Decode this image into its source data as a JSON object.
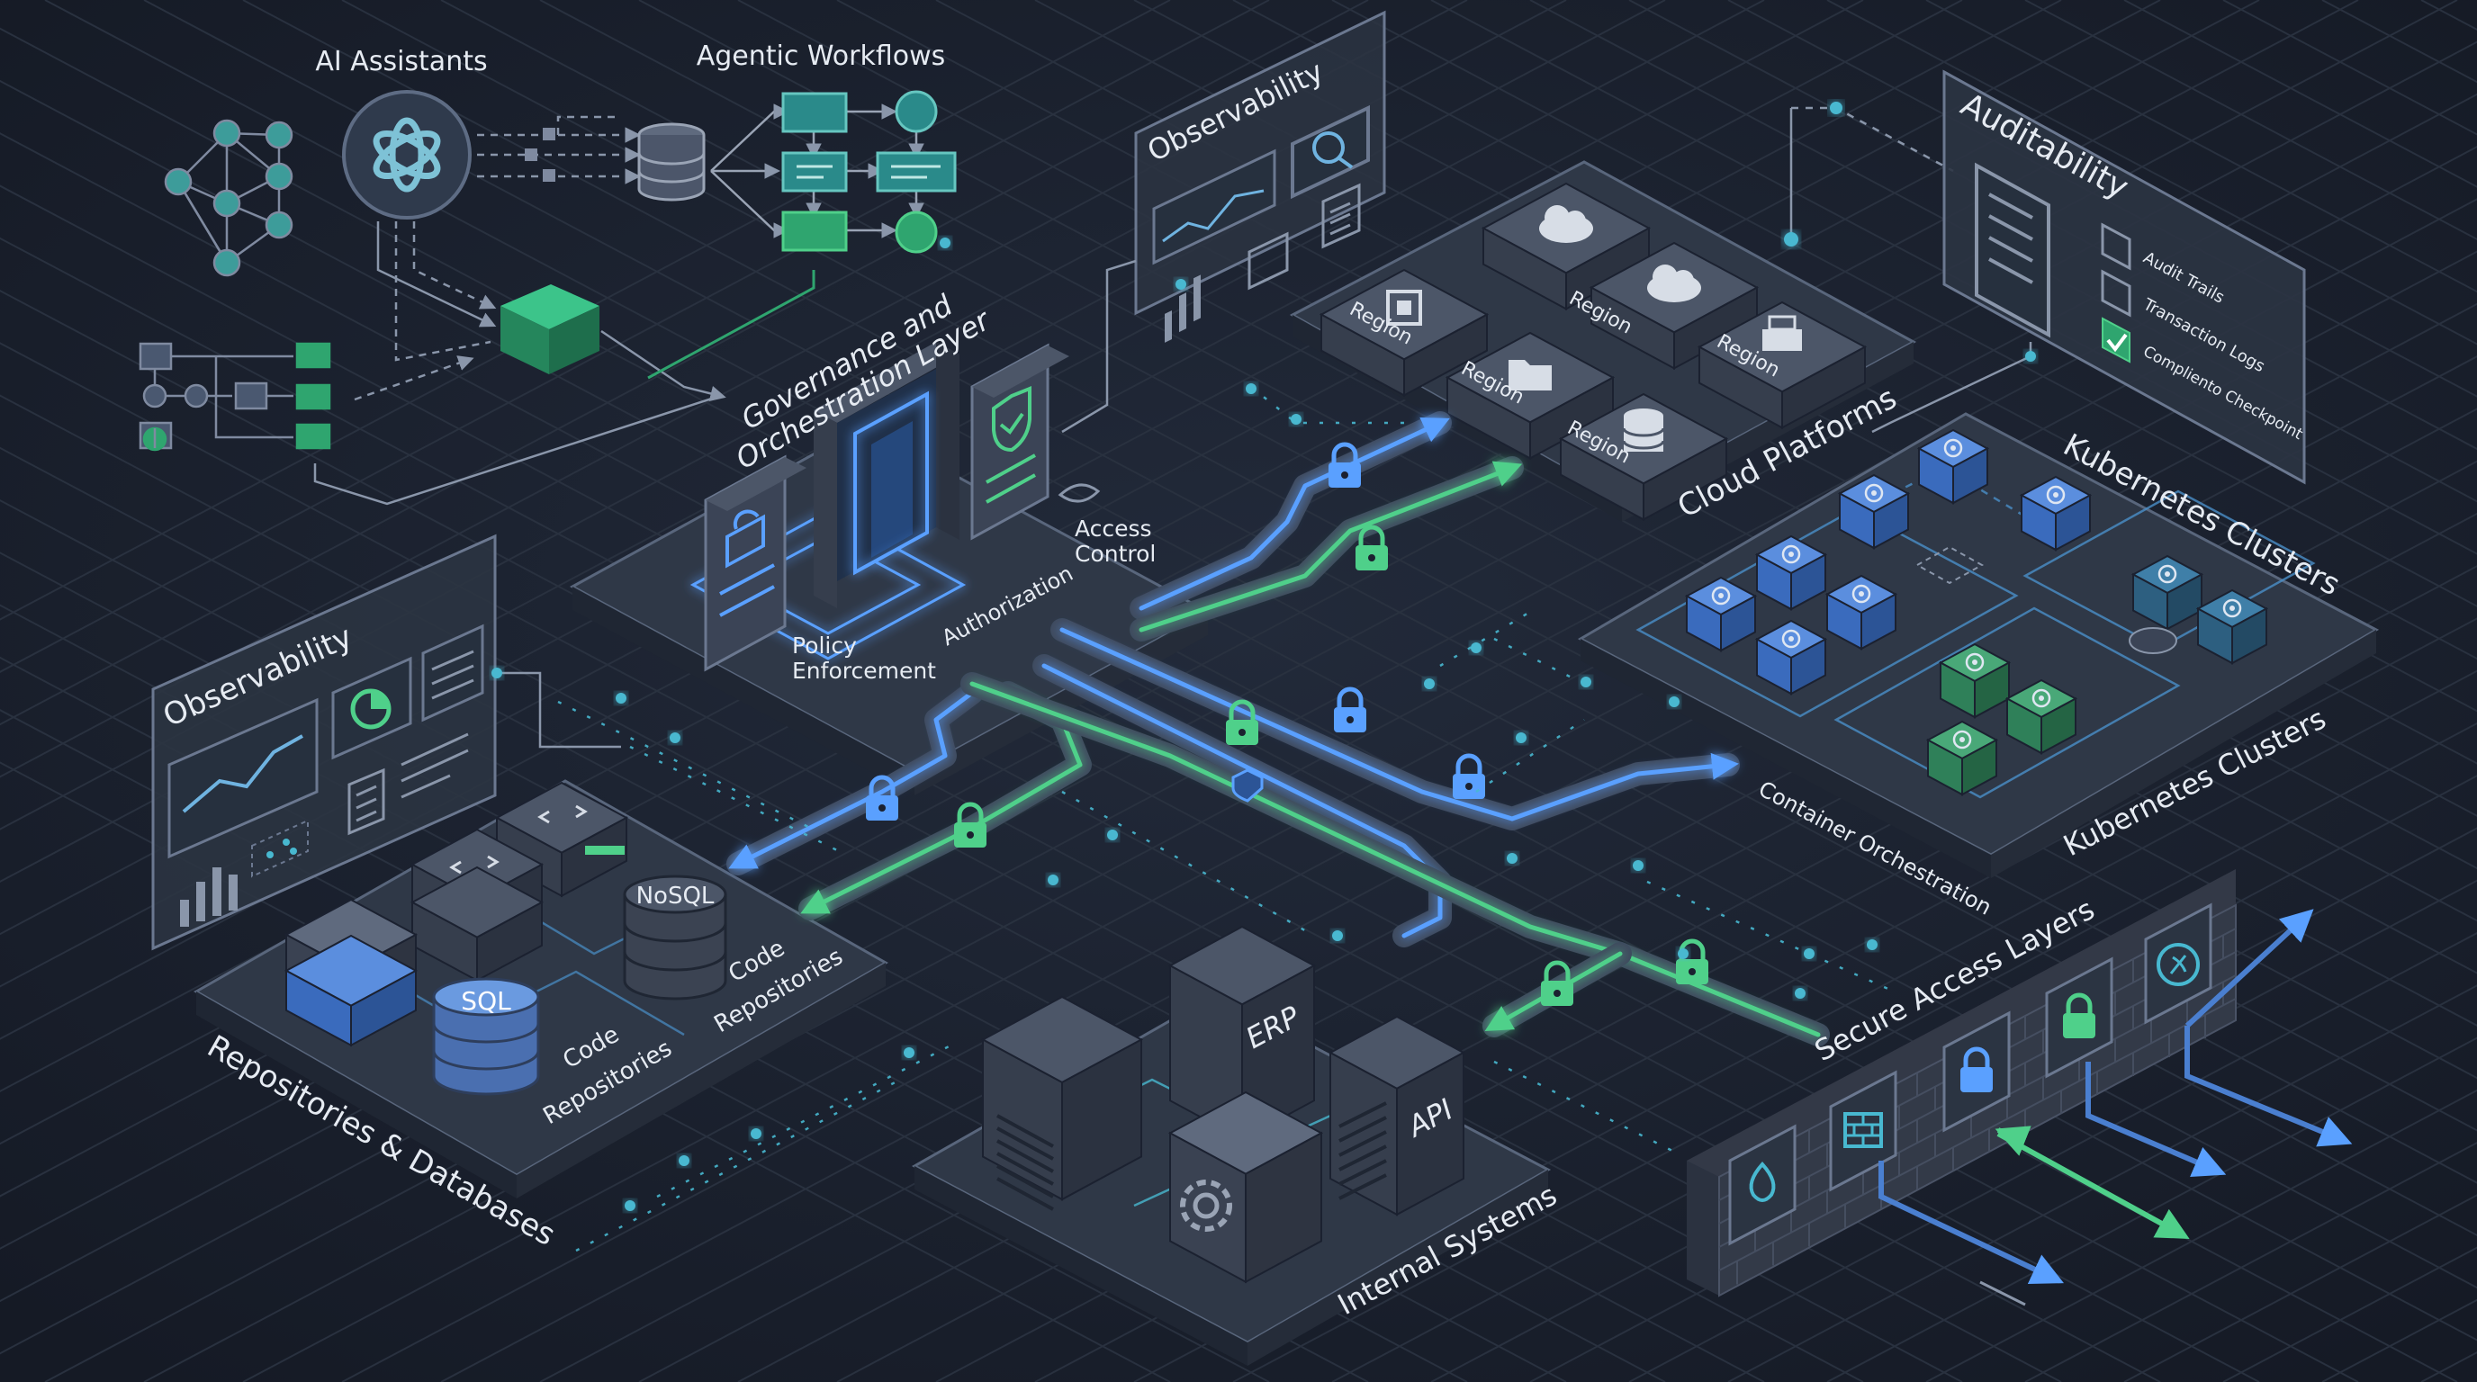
{
  "colors": {
    "background": "#1b2130",
    "grid": "#2a3344",
    "platform_top": "#2f3847",
    "platform_edge": "#1f2633",
    "platform_outline": "#59667c",
    "box_top": "#4c5668",
    "box_left": "#363e4d",
    "box_right": "#2b3240",
    "blue": "#4a7fd0",
    "blue_glow": "#5aa0ff",
    "green": "#2fa56f",
    "green_glow": "#4fd08a",
    "teal": "#48b8d0",
    "text": "#e6ebf2"
  },
  "top_labels": {
    "ai_assistants": "AI Assistants",
    "agentic_workflows": "Agentic Workflows"
  },
  "governance": {
    "title_line1": "Governance and",
    "title_line2": "Orchestration Layer",
    "access_control_line1": "Access",
    "access_control_line2": "Control",
    "authorization": "Authorization",
    "policy_line1": "Policy",
    "policy_line2": "Enforcement"
  },
  "observability": {
    "top_title": "Observability",
    "left_title": "Observability"
  },
  "cloud": {
    "title": "Cloud Platforms",
    "region_labels": [
      "Region",
      "Region",
      "Region",
      "Region",
      "Region"
    ]
  },
  "auditability": {
    "title": "Auditability",
    "items": [
      "Audit Trails",
      "Transaction Logs",
      "Compliento Checkpoint"
    ]
  },
  "kubernetes": {
    "title_top": "Kubernetes Clusters",
    "title_bottom": "Kubernetes Clusters",
    "container_orchestration": "Container Orchestration"
  },
  "repositories": {
    "title": "Repositories & Databases",
    "nosql": "NoSQL",
    "sql": "SQL",
    "code_repos_a_line1": "Code",
    "code_repos_a_line2": "Repositories",
    "code_repos_b_line1": "Code",
    "code_repos_b_line2": "Repositories"
  },
  "internal": {
    "title": "Internal Systems",
    "erp": "ERP",
    "api": "API"
  },
  "secure": {
    "title": "Secure Access Layers"
  },
  "icons": [
    "openai-logo-icon",
    "database-icon",
    "cloud-icon",
    "chip-icon",
    "folder-icon",
    "printer-icon",
    "lock-icon",
    "shield-icon",
    "magnifier-icon",
    "document-icon",
    "line-chart-icon",
    "bar-chart-icon",
    "pie-chart-icon",
    "checklist-icon",
    "kubernetes-wheel-icon",
    "flame-icon",
    "brick-wall-icon",
    "gear-icon",
    "hand-shield-icon"
  ]
}
